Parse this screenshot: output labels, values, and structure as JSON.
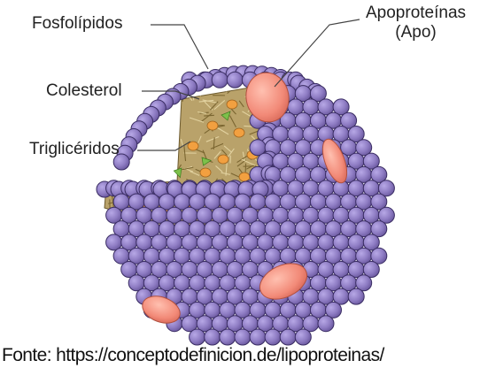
{
  "labels": {
    "phospholipids": "Fosfolípidos",
    "cholesterol": "Colesterol",
    "triglycerides": "Triglicéridos",
    "apoproteins_line1": "Apoproteínas",
    "apoproteins_line2": "(Apo)"
  },
  "source": "Fonte: https://conceptodefinicion.de/lipoproteinas/",
  "colors": {
    "phospholipid_head": "#8e7cc3",
    "phospholipid_outline": "#3a2d63",
    "core_fill": "#b9a26a",
    "apoprotein": "#f28a78",
    "cholesterol": "#f2a040",
    "triglyceride": "#7cc04a",
    "leader_line": "#444444"
  },
  "icons": [
    "lipoprotein-particle-icon"
  ]
}
